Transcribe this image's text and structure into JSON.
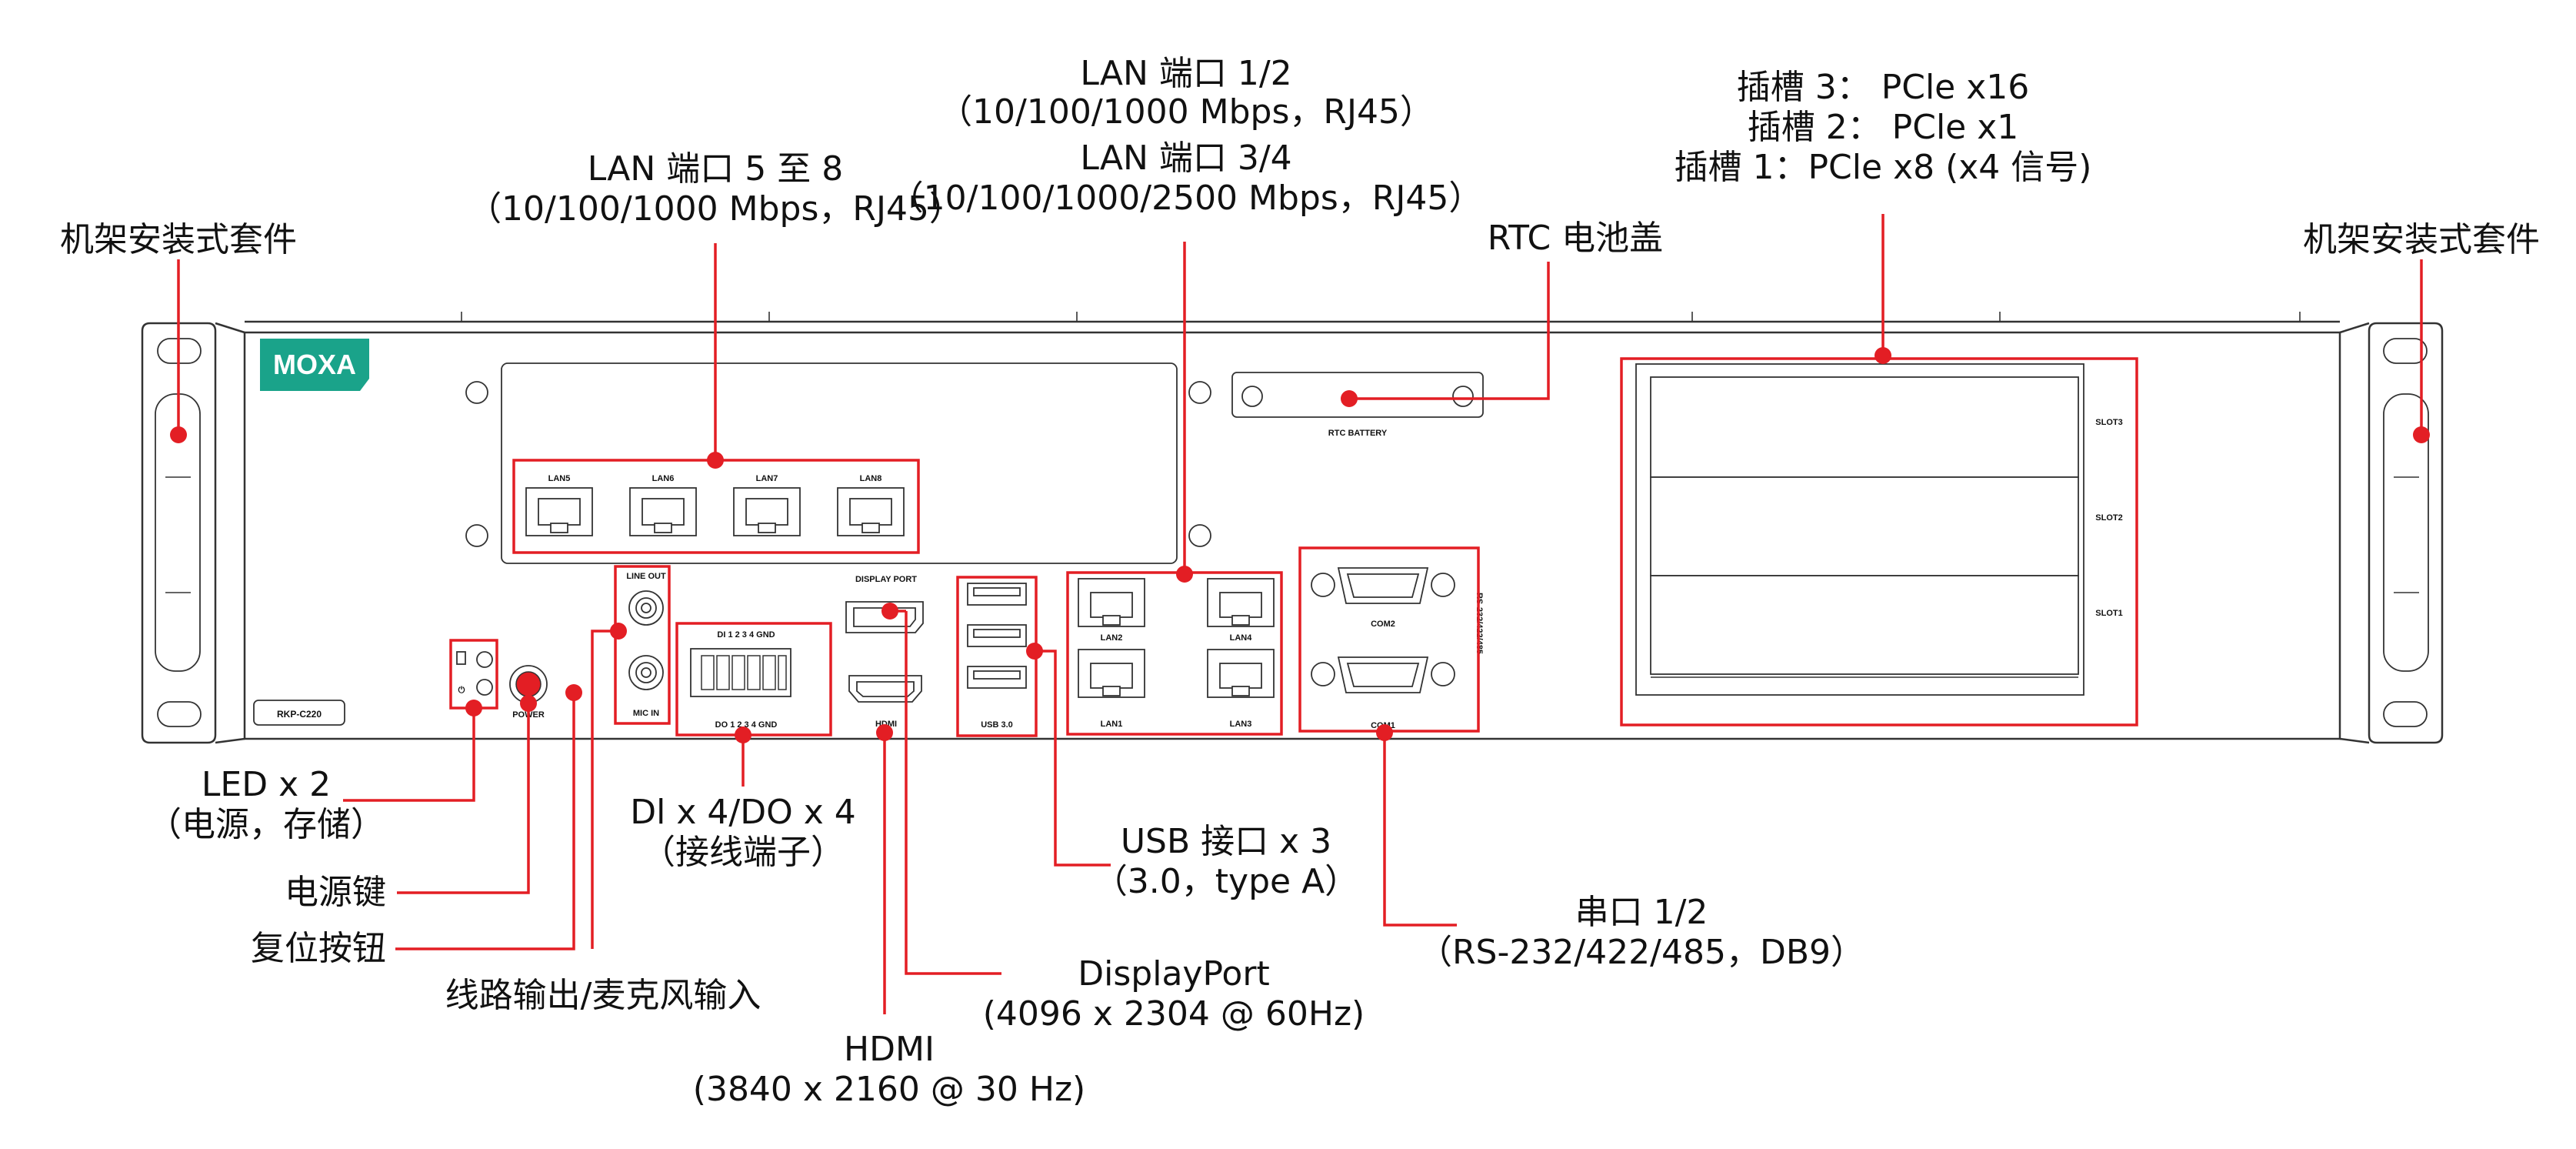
{
  "device": {
    "brand_logo": "MOXA",
    "model_label": "RKP-C220",
    "panel_labels": {
      "lan5": "LAN5",
      "lan6": "LAN6",
      "lan7": "LAN7",
      "lan8": "LAN8",
      "lan1": "LAN1",
      "lan2": "LAN2",
      "lan3": "LAN3",
      "lan4": "LAN4",
      "line_out": "LINE OUT",
      "mic_in": "MIC IN",
      "display_port": "DISPLAY PORT",
      "hdmi": "HDMI",
      "usb": "USB 3.0",
      "power": "POWER",
      "com1": "COM1",
      "com2": "COM2",
      "rs_vertical": "RS-232/422/485",
      "rtc_battery": "RTC BATTERY",
      "slot3": "SLOT3",
      "slot2": "SLOT2",
      "slot1": "SLOT1",
      "di_row": "DI  1  2  3  4  GND",
      "do_row": "DO  1  2  3  4  GND"
    }
  },
  "callouts": {
    "rack_left": "机架安装式套件",
    "rack_right": "机架安装式套件",
    "lan58_l1": "LAN 端口 5 至 8",
    "lan58_l2": "（10/100/1000 Mbps，RJ45）",
    "lan12_l1": "LAN 端口 1/2",
    "lan12_l2": "（10/100/1000 Mbps，RJ45）",
    "lan34_l1": "LAN 端口 3/4",
    "lan34_l2": "（10/100/1000/2500 Mbps，RJ45）",
    "rtc": "RTC 电池盖",
    "slot3": "插槽 3： PCle x16",
    "slot2": "插槽 2： PCle x1",
    "slot1": "插槽 1：PCle x8 (x4 信号)",
    "led_l1": "LED x 2",
    "led_l2": "（电源，存储）",
    "power_key": "电源键",
    "reset": "复位按钮",
    "audio": "线路输出/麦克风输入",
    "dio_l1": "Dl x 4/DO x 4",
    "dio_l2": "（接线端子）",
    "hdmi_l1": "HDMI",
    "hdmi_l2": "(3840 x 2160 @ 30 Hz)",
    "dp_l1": "DisplayPort",
    "dp_l2": "(4096 x 2304 @ 60Hz)",
    "usb_l1": "USB 接口 x 3",
    "usb_l2": "（3.0，type A）",
    "serial_l1": "串口 1/2",
    "serial_l2": "（RS-232/422/485，DB9）"
  },
  "colors": {
    "accent": "#e31e24",
    "logo_bg": "#1aa38a",
    "outline": "#333333"
  }
}
